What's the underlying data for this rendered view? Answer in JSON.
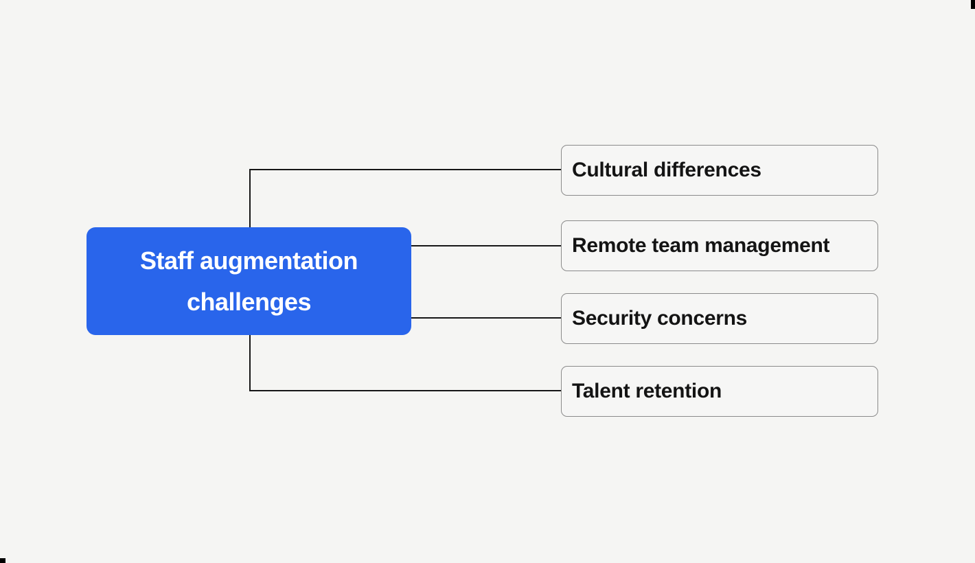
{
  "canvas": {
    "background": "#f5f5f3",
    "connector_color": "#161616"
  },
  "root_node": {
    "label": "Staff augmentation challenges",
    "line1": "Staff augmentation",
    "line2": "challenges",
    "fill": "#2965eb",
    "text_color": "#ffffff"
  },
  "child_nodes": [
    {
      "label": "Cultural differences"
    },
    {
      "label": "Remote team management"
    },
    {
      "label": "Security concerns"
    },
    {
      "label": "Talent retention"
    }
  ]
}
